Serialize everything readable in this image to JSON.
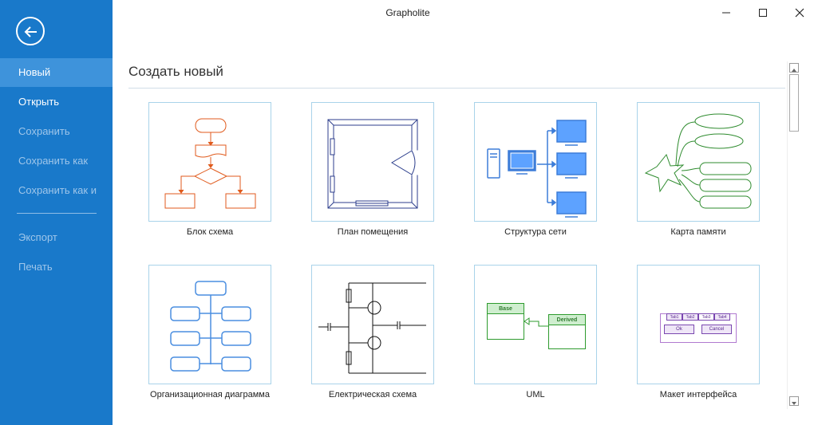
{
  "window": {
    "title": "Grapholite"
  },
  "sidebar": {
    "items": [
      {
        "label": "Новый"
      },
      {
        "label": "Открыть"
      },
      {
        "label": "Сохранить"
      },
      {
        "label": "Сохранить как"
      },
      {
        "label": "Сохранить как и"
      },
      {
        "label": "Экспорт"
      },
      {
        "label": "Печать"
      }
    ]
  },
  "main": {
    "heading": "Создать новый",
    "templates": [
      {
        "label": "Блок схема"
      },
      {
        "label": "План помещения"
      },
      {
        "label": "Структура сети"
      },
      {
        "label": "Карта памяти"
      },
      {
        "label": "Организационная диаграмма"
      },
      {
        "label": "Електрическая схема"
      },
      {
        "label": "UML"
      },
      {
        "label": "Макет интерфейса"
      }
    ],
    "uml": {
      "base": "Base",
      "derived": "Derived"
    },
    "mockup": {
      "tabs": [
        "Tab1",
        "Tab2",
        "Tab3",
        "Tab4"
      ],
      "ok": "Ok",
      "cancel": "Cancel"
    }
  },
  "colors": {
    "sidebar": "#1979ca",
    "sidebar_active": "#3e93db",
    "flow": "#e05a1c",
    "plan": "#2c3e8c",
    "network": "#3d7dd8",
    "mindmap": "#2e8b2e",
    "org": "#4a8ee0"
  }
}
